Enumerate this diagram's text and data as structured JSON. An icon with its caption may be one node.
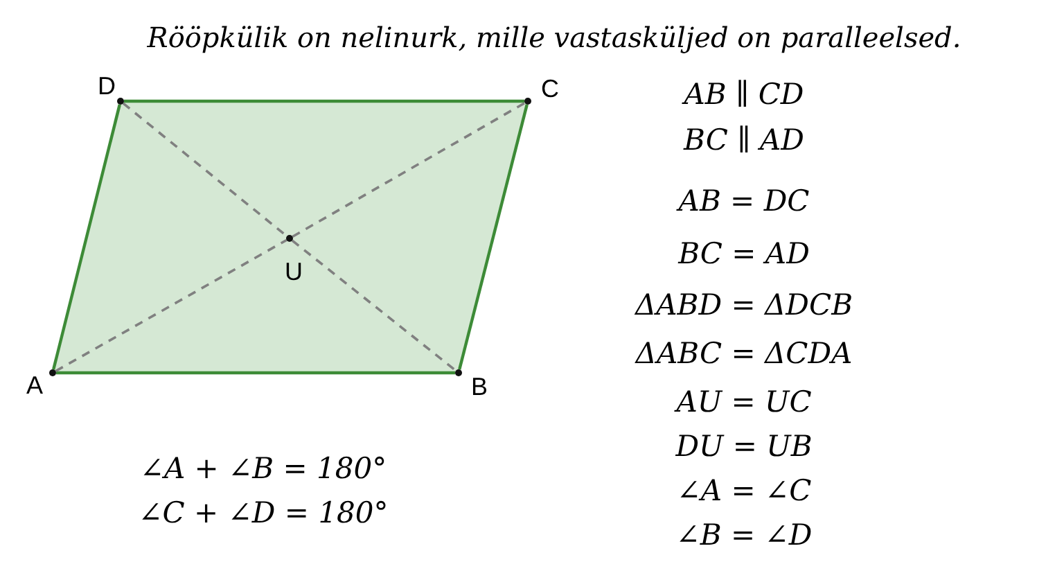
{
  "diagram": {
    "title": "Rööpkülik on nelinurk, mille vastasküljed on paralleelsed.",
    "nodes": [
      {
        "text": [],
        "shape": "circle",
        "beside": [
          "D"
        ]
      },
      {
        "text": [],
        "shape": "circle",
        "beside": [
          "C"
        ]
      },
      {
        "text": [],
        "shape": "circle",
        "beside": [
          "U"
        ]
      },
      {
        "text": [],
        "shape": "circle",
        "beside": [
          "A"
        ]
      },
      {
        "text": [],
        "shape": "circle",
        "beside": [
          "B"
        ]
      }
    ],
    "edges": [
      {
        "from": 0,
        "to": 1,
        "arrow": "none"
      },
      {
        "from": 1,
        "to": 4,
        "arrow": "none"
      },
      {
        "from": 4,
        "to": 3,
        "arrow": "none"
      },
      {
        "from": 3,
        "to": 0,
        "arrow": "none"
      },
      {
        "from": 3,
        "to": 2,
        "arrow": "none",
        "style": "dashed",
        "color": "#808080"
      },
      {
        "from": 2,
        "to": 1,
        "arrow": "none",
        "style": "dashed",
        "color": "#808080"
      },
      {
        "from": 0,
        "to": 2,
        "arrow": "none",
        "style": "dashed",
        "color": "#808080"
      },
      {
        "from": 2,
        "to": 4,
        "arrow": "none",
        "style": "dashed",
        "color": "#808080"
      }
    ],
    "labels": [
      "AB ∥ CD",
      "BC ∥ AD",
      "AB = DC",
      "BC = AD",
      "ΔABD = ΔDCB",
      "ΔABC = ΔCDA",
      "AU = UC",
      "DU = UB",
      "∠A = ∠C",
      "∠B = ∠D",
      "∠A + ∠B = 180°",
      "∠C + ∠D = 180°"
    ]
  }
}
